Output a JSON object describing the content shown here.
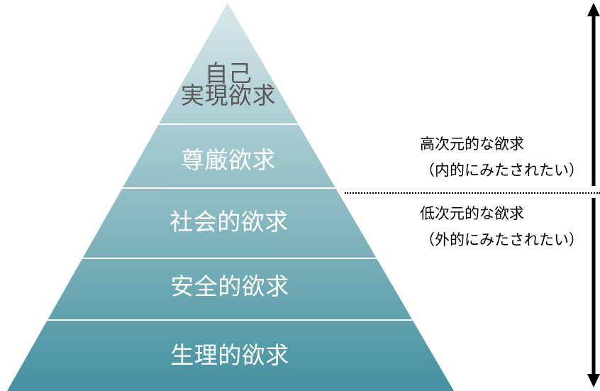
{
  "diagram": {
    "type": "pyramid-hierarchy",
    "pyramid_levels": [
      {
        "label": "自己\n実現欲求"
      },
      {
        "label": "尊厳欲求"
      },
      {
        "label": "社会的欲求"
      },
      {
        "label": "安全的欲求"
      },
      {
        "label": "生理的欲求"
      }
    ],
    "annotations": {
      "high": {
        "line1": "高次元的な欲求",
        "line2": "（内的にみたされたい）"
      },
      "low": {
        "line1": "低次元的な欲求",
        "line2": "（外的にみたされたい）"
      }
    },
    "icons": {
      "up_arrow": "arrow-up",
      "down_arrow": "arrow-down"
    },
    "colors": {
      "pyramid_gradient_top": "#d9e8ea",
      "pyramid_gradient_bottom": "#44919f",
      "level_divider": "#ffffff",
      "top_level_text": "#595959",
      "level_text": "#ffffff",
      "annotation_text": "#000000",
      "arrow": "#000000",
      "dotted_divider": "#000000"
    }
  }
}
